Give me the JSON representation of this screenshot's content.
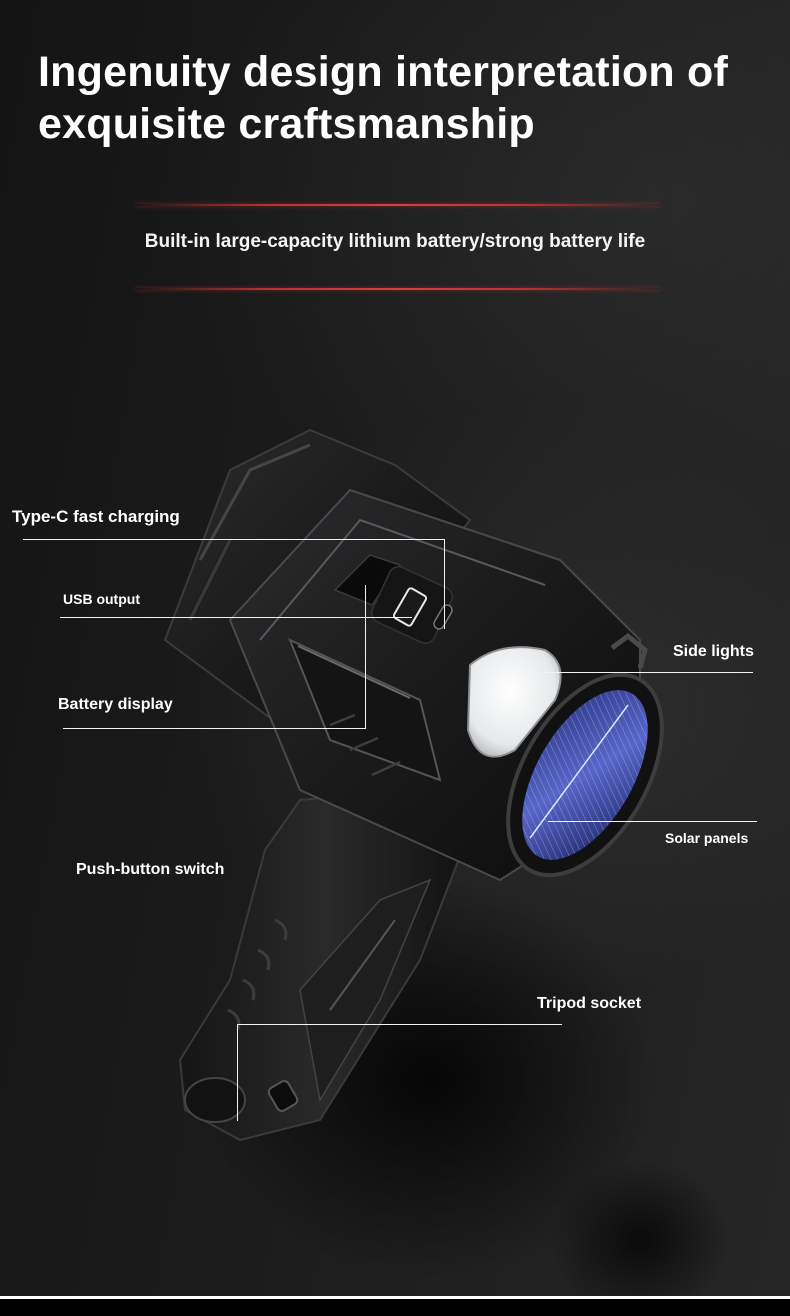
{
  "header": {
    "title_line1": "Ingenuity design interpretation of",
    "title_line2": "exquisite craftsmanship",
    "subtitle": "Built-in large-capacity lithium battery/strong battery life"
  },
  "colors": {
    "background": "#1c1c1c",
    "accent_rule": "#d84038",
    "text": "#ffffff",
    "solar_blue": "#3a4aa8"
  },
  "product": {
    "name": "solar-rechargeable-spotlight-flashlight",
    "callouts": [
      {
        "id": "type-c",
        "label": "Type-C fast charging"
      },
      {
        "id": "usb-output",
        "label": "USB output"
      },
      {
        "id": "battery-display",
        "label": "Battery display"
      },
      {
        "id": "side-lights",
        "label": "Side lights"
      },
      {
        "id": "solar-panels",
        "label": "Solar panels"
      },
      {
        "id": "push-button",
        "label": "Push-button switch"
      },
      {
        "id": "tripod-socket",
        "label": "Tripod socket"
      }
    ]
  }
}
